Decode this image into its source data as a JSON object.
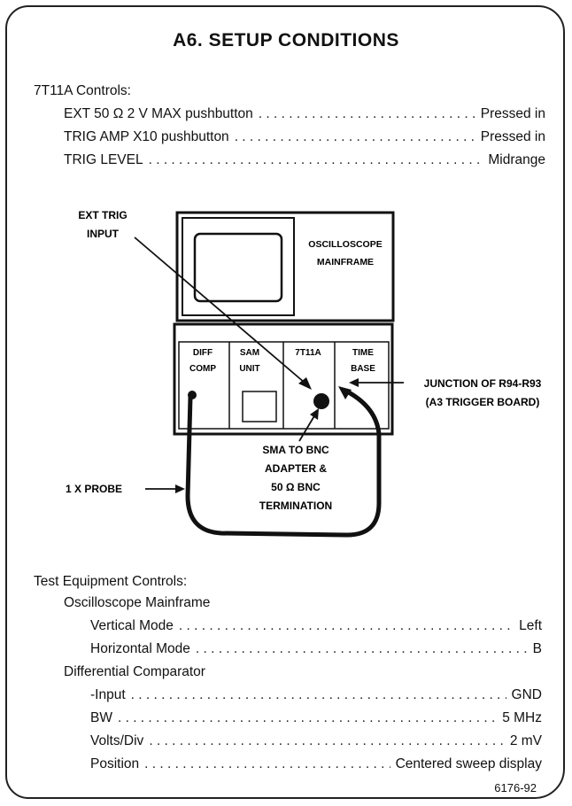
{
  "title": "A6. SETUP CONDITIONS",
  "unit_controls": {
    "heading": "7T11A Controls:",
    "items": [
      {
        "label": "EXT 50 Ω 2 V MAX pushbutton",
        "value": "Pressed in"
      },
      {
        "label": "TRIG AMP X10 pushbutton",
        "value": "Pressed in"
      },
      {
        "label": "TRIG LEVEL",
        "value": "Midrange"
      }
    ]
  },
  "diagram": {
    "ext_trig_line1": "EXT TRIG",
    "ext_trig_line2": "INPUT",
    "mainframe_line1": "OSCILLOSCOPE",
    "mainframe_line2": "MAINFRAME",
    "diff_line1": "DIFF",
    "diff_line2": "COMP",
    "sam_line1": "SAM",
    "sam_line2": "UNIT",
    "unit_7t11a": "7T11A",
    "timebase_line1": "TIME",
    "timebase_line2": "BASE",
    "junction_line1": "JUNCTION OF R94-R93",
    "junction_line2": "(A3 TRIGGER BOARD)",
    "adapter_line1": "SMA TO BNC",
    "adapter_line2": "ADAPTER &",
    "adapter_line3": "50 Ω BNC",
    "adapter_line4": "TERMINATION",
    "probe": "1 X PROBE"
  },
  "test_equipment": {
    "heading": "Test Equipment Controls:",
    "mainframe_heading": "Oscilloscope Mainframe",
    "mainframe_items": [
      {
        "label": "Vertical Mode",
        "value": "Left"
      },
      {
        "label": "Horizontal Mode",
        "value": "B"
      }
    ],
    "comparator_heading": "Differential Comparator",
    "comparator_items": [
      {
        "label": "-Input",
        "value": "GND"
      },
      {
        "label": "BW",
        "value": "5 MHz"
      },
      {
        "label": "Volts/Div",
        "value": "2 mV"
      },
      {
        "label": "Position",
        "value": "Centered sweep display"
      }
    ]
  },
  "figure_number": "6176-92"
}
